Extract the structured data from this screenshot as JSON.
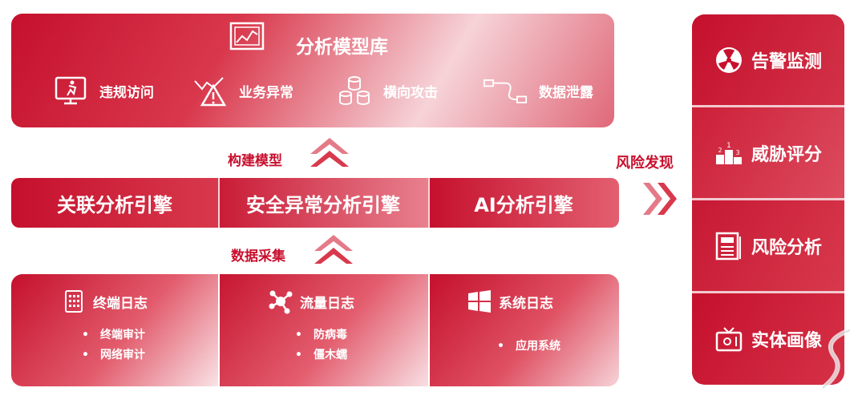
{
  "model_library": {
    "title": "分析模型库",
    "items": [
      {
        "label": "违规访问",
        "icon": "monitor-person-icon"
      },
      {
        "label": "业务异常",
        "icon": "warning-chart-icon"
      },
      {
        "label": "横向攻击",
        "icon": "database-stack-icon"
      },
      {
        "label": "数据泄露",
        "icon": "cable-icon"
      }
    ]
  },
  "arrows": {
    "build_model": "构建模型",
    "data_collect": "数据采集",
    "risk_discovery": "风险发现"
  },
  "engines": [
    {
      "label": "关联分析引擎"
    },
    {
      "label": "安全异常分析引擎"
    },
    {
      "label": "AI分析引擎"
    }
  ],
  "logs": [
    {
      "title": "终端日志",
      "icon": "grid-document-icon",
      "items": [
        "终端审计",
        "网络审计"
      ]
    },
    {
      "title": "流量日志",
      "icon": "network-nodes-icon",
      "items": [
        "防病毒",
        "僵木蠕"
      ]
    },
    {
      "title": "系统日志",
      "icon": "windows-icon",
      "items": [
        "应用系统"
      ]
    }
  ],
  "right_panel": [
    {
      "label": "告警监测",
      "icon": "radiation-icon"
    },
    {
      "label": "威胁评分",
      "icon": "podium-icon"
    },
    {
      "label": "风险分析",
      "icon": "report-document-icon"
    },
    {
      "label": "实体画像",
      "icon": "tv-icon"
    }
  ],
  "colors": {
    "primary_red": "#c8102e",
    "light_pink": "#f6d3d8"
  }
}
